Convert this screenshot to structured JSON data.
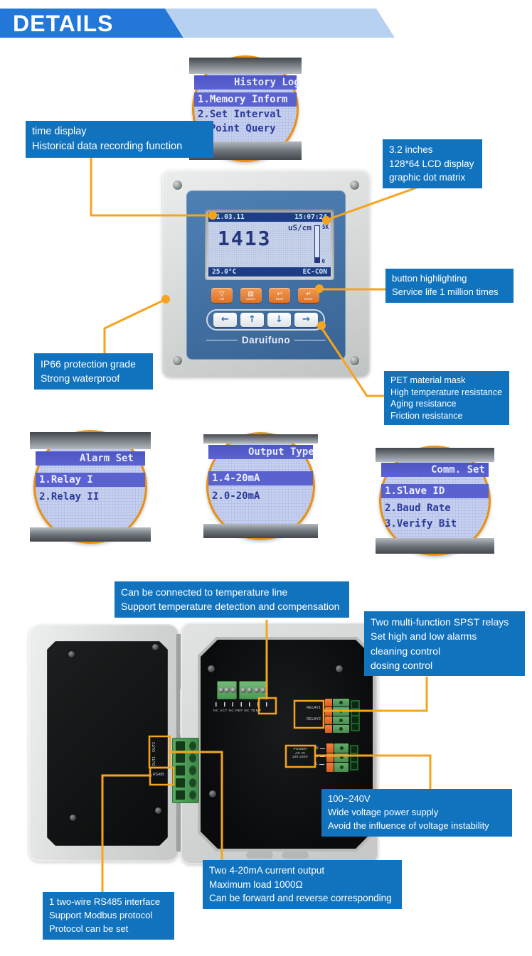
{
  "header": {
    "title": "DETAILS"
  },
  "lcd_menus": {
    "history": {
      "title": "History Log",
      "items": [
        "1.Memory Inform",
        "2.Set Interval",
        "3.Point Query"
      ]
    },
    "alarm": {
      "title": "Alarm Set",
      "items": [
        "1.Relay I",
        "2.Relay II"
      ]
    },
    "output": {
      "title": "Output Type",
      "items": [
        "1.4-20mA",
        "2.0-20mA"
      ]
    },
    "comm": {
      "title": "Comm. Set",
      "items": [
        "1.Slave ID",
        "2.Baud Rate",
        "3.Verify Bit"
      ]
    }
  },
  "callouts": {
    "time_display": {
      "lines": [
        "time display",
        "Historical data recording function"
      ]
    },
    "lcd_panel": {
      "lines": [
        "3.2 inches",
        "128*64 LCD display",
        "graphic dot matrix"
      ]
    },
    "buttons": {
      "lines": [
        "button highlighting",
        "Service life 1 million times"
      ]
    },
    "ip66": {
      "lines": [
        "IP66 protection grade",
        "Strong waterproof"
      ]
    },
    "pet_mask": {
      "lines": [
        "PET material mask",
        "High temperature resistance",
        "Aging resistance",
        "Friction resistance"
      ]
    },
    "temperature": {
      "lines": [
        "Can be connected to temperature line",
        "Support temperature detection and compensation"
      ]
    },
    "relays": {
      "lines": [
        "Two multi-function SPST relays",
        "Set high and low alarms",
        "cleaning control",
        "dosing control"
      ]
    },
    "power": {
      "lines": [
        "100~240V",
        "Wide voltage power supply",
        "Avoid the influence of voltage instability"
      ]
    },
    "analog_output": {
      "lines": [
        "Two 4-20mA current output",
        "Maximum load 1000Ω",
        "Can be forward and reverse corresponding"
      ]
    },
    "rs485": {
      "lines": [
        "1 two-wire RS485 interface",
        "Support Modbus protocol",
        "Protocol can be set"
      ]
    }
  },
  "device": {
    "brand": "Daruifuno",
    "screen": {
      "date": "21.03.11",
      "time": "15:07:24",
      "unit": "uS/cm",
      "value": "1413",
      "scale_max": "5K",
      "scale_min": "0",
      "temperature": "25.0°C",
      "mode": "EC-CON"
    },
    "keys": [
      {
        "icon": "calibrate-icon",
        "glyph": "▽",
        "label": "cal"
      },
      {
        "icon": "menu-icon",
        "glyph": "▤",
        "label": "menu"
      },
      {
        "icon": "back-icon",
        "glyph": "↩",
        "label": "back"
      },
      {
        "icon": "enter-icon",
        "glyph": "↵",
        "label": "enter"
      }
    ],
    "arrows": [
      {
        "icon": "arrow-left-icon",
        "glyph": "←"
      },
      {
        "icon": "arrow-up-icon",
        "glyph": "↑"
      },
      {
        "icon": "arrow-down-icon",
        "glyph": "↓"
      },
      {
        "icon": "arrow-right-icon",
        "glyph": "→"
      }
    ]
  },
  "wiring": {
    "sensor_pins": "NC ACT NC REF NC TEMP",
    "relay1": "RELAY1",
    "relay2": "RELAY2",
    "power_label_lines": [
      "POWER",
      "AC IN",
      "100-240V"
    ],
    "power_pins": [
      "N",
      "⊕",
      "L"
    ],
    "out2": "OUT2",
    "out1": "OUT1",
    "rs485": "RS485"
  },
  "colors": {
    "label_blue": "#1173be",
    "banner_blue": "#2277d8",
    "banner_light": "#b7d2f1",
    "accent_orange": "#f6a41f",
    "circle_ring": "#e89110",
    "lcd_highlight": "#5a62cf",
    "lcd_text": "#2b3a9b"
  }
}
